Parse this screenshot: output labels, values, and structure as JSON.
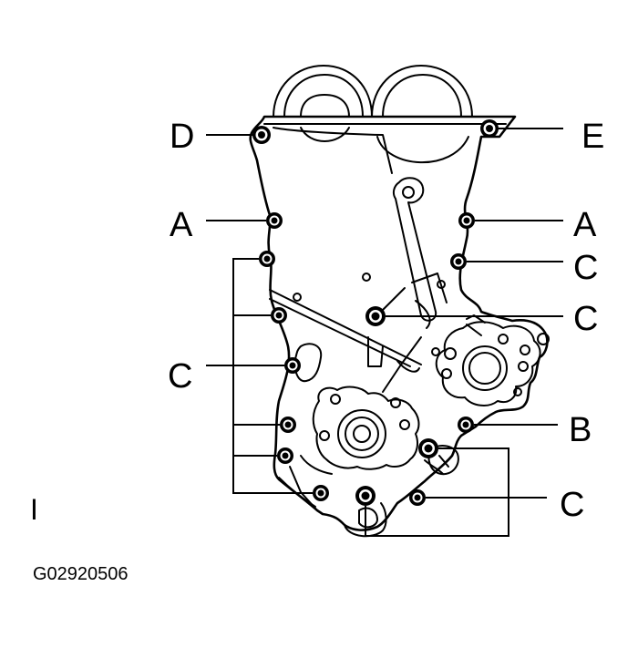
{
  "diagram": {
    "callouts": {
      "d_top_left": "D",
      "e_top_right": "E",
      "a_left": "A",
      "a_right": "A",
      "c_right_upper": "C",
      "c_right_middle": "C",
      "c_left": "C",
      "b_right": "B",
      "c_bottom_right": "C"
    },
    "view_marker": "I",
    "figure_code": "G02920506"
  }
}
